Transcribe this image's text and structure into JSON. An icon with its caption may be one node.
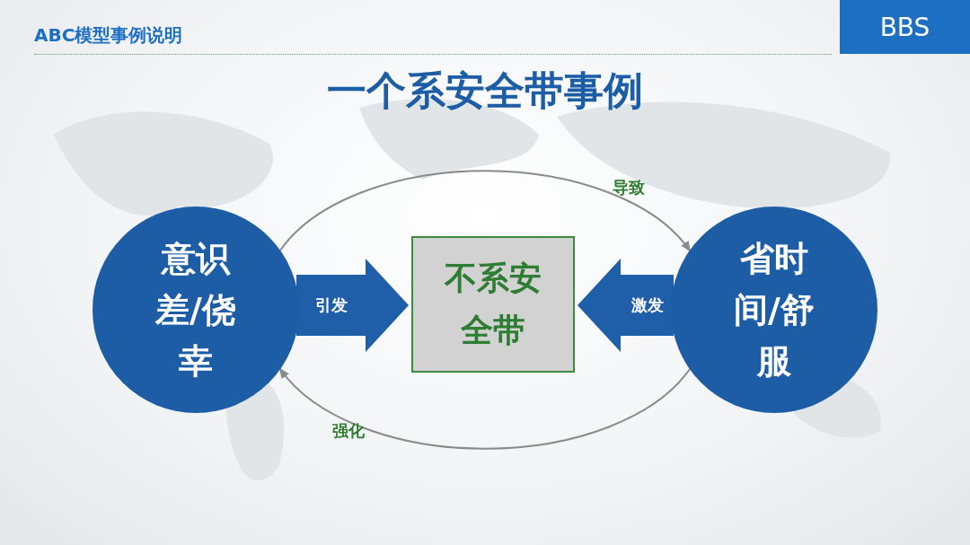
{
  "diagram": {
    "title": "一个系安全带事例",
    "nodes": [
      {
        "text": [
          "意识差/侥幸"
        ]
      },
      {
        "text": [
          "不系安全带"
        ]
      },
      {
        "text": [
          "省时间/舒服"
        ]
      }
    ],
    "edges": [
      {
        "from": 0,
        "to": 1,
        "arrow": "to",
        "label": "引发",
        "style": "thick",
        "color": "#1f5ea8"
      },
      {
        "from": 2,
        "to": 1,
        "arrow": "to",
        "label": "激发",
        "style": "thick",
        "color": "#1f5ea8"
      },
      {
        "from": 0,
        "to": 2,
        "arrow": "to",
        "label": "导致",
        "color": "#8a8a8a"
      },
      {
        "from": 2,
        "to": 0,
        "arrow": "to",
        "label": "强化",
        "color": "#8a8a8a"
      }
    ],
    "labels": [
      "ABC模型事例说明",
      "BBS"
    ]
  }
}
